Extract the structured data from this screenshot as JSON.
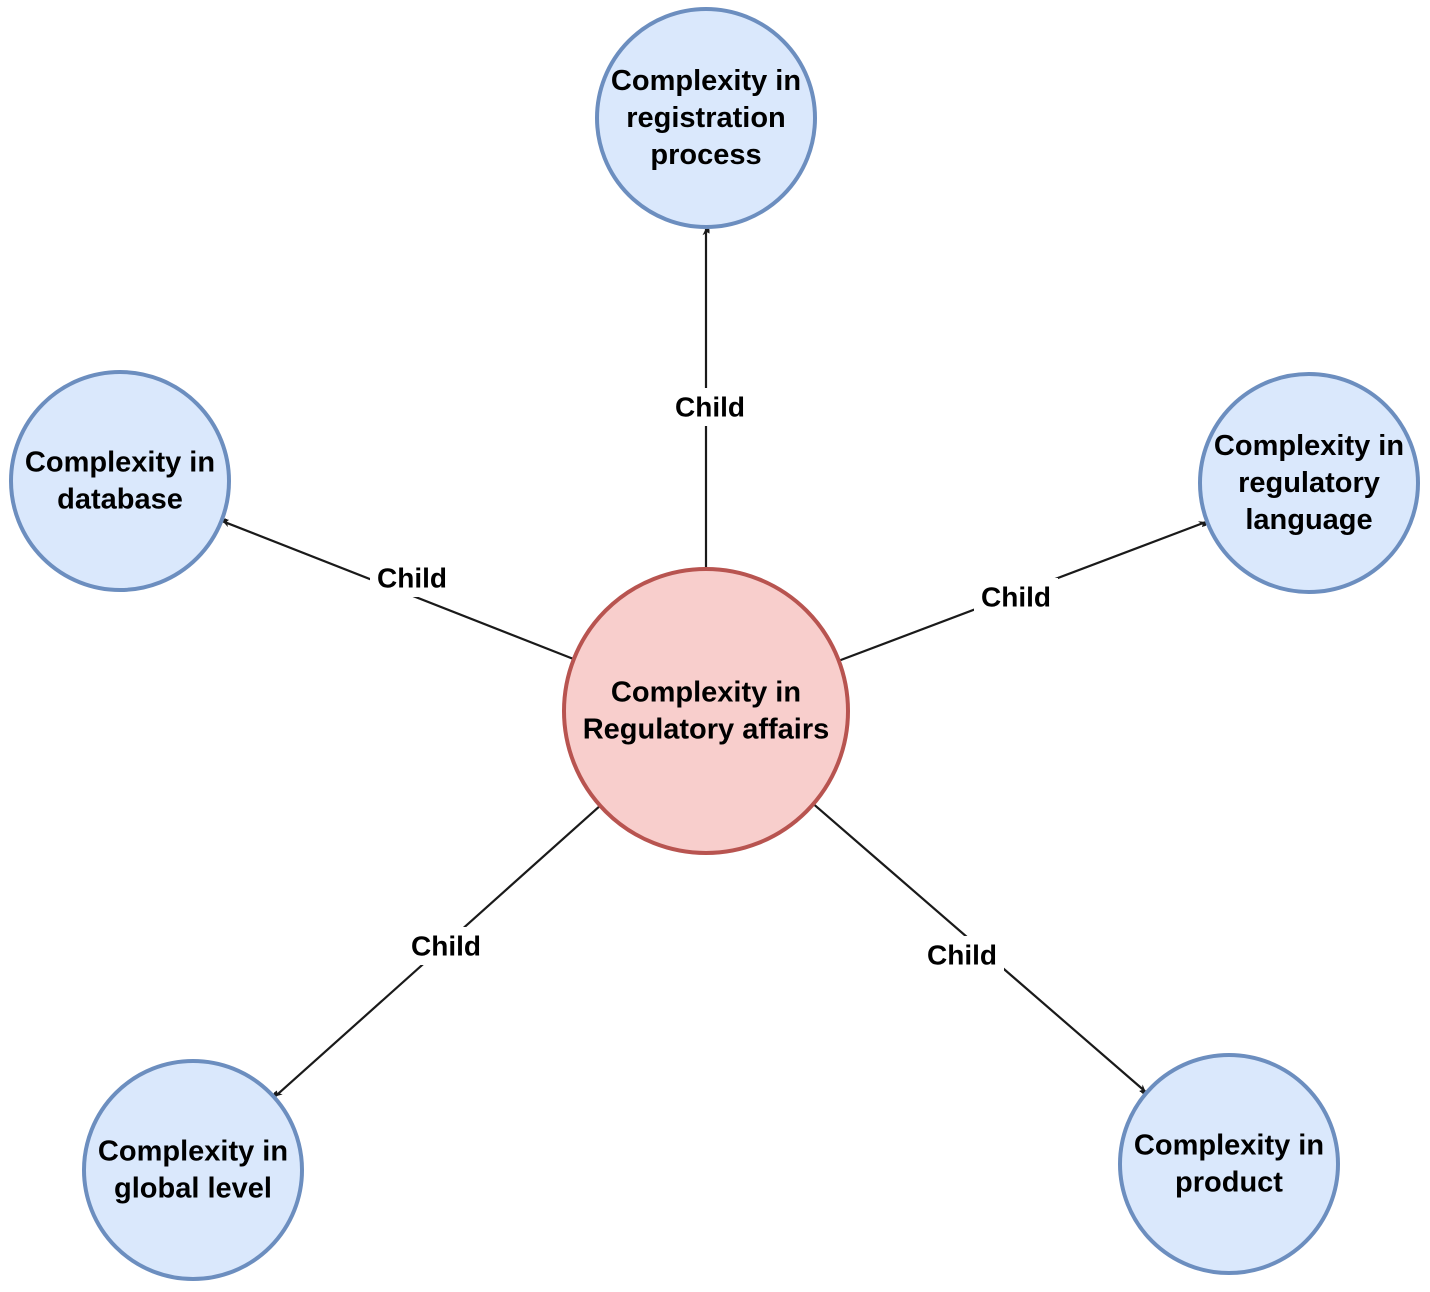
{
  "diagram": {
    "root": {
      "id": "root",
      "lines": [
        "Complexity in",
        "Regulatory affairs"
      ],
      "fill": "#f8cecc",
      "stroke": "#b85450"
    },
    "children": [
      {
        "id": "registration",
        "lines": [
          "Complexity in",
          "registration",
          "process"
        ],
        "edge_label": "Child"
      },
      {
        "id": "database",
        "lines": [
          "Complexity in",
          "database"
        ],
        "edge_label": "Child"
      },
      {
        "id": "language",
        "lines": [
          "Complexity in",
          "regulatory",
          "language"
        ],
        "edge_label": "Child"
      },
      {
        "id": "global",
        "lines": [
          "Complexity in",
          "global level"
        ],
        "edge_label": "Child"
      },
      {
        "id": "product",
        "lines": [
          "Complexity in",
          "product"
        ],
        "edge_label": "Child"
      }
    ],
    "child_fill": "#dae8fc",
    "child_stroke": "#6c8ebf",
    "edge_color": "#1a1a1a"
  }
}
